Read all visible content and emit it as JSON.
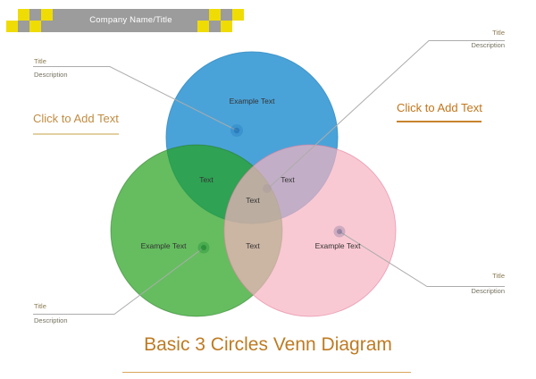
{
  "banner": {
    "title": "Company Name/Title"
  },
  "callouts": {
    "top_left": {
      "title": "Title",
      "description": "Description"
    },
    "top_right": {
      "title": "Title",
      "description": "Description"
    },
    "bottom_left": {
      "title": "Title",
      "description": "Description"
    },
    "bottom_right": {
      "title": "Title",
      "description": "Description"
    }
  },
  "click_prompts": {
    "left": "Click to Add Text",
    "right": "Click to Add Text"
  },
  "venn": {
    "circles": [
      {
        "id": "top",
        "label": "Example Text",
        "color": "#4AA3D8",
        "fill": "rgba(74,163,216,1)",
        "stroke": "rgba(58,145,198,0.9)"
      },
      {
        "id": "bottom-left",
        "label": "Example Text",
        "color": "#66BD60",
        "fill": "rgba(36,161,28,0.7)",
        "stroke": "rgba(40,120,35,0.5)"
      },
      {
        "id": "bottom-right",
        "label": "Example Text",
        "color": "#F9C9D3",
        "fill": "rgba(246,178,192,0.7)",
        "stroke": "rgba(225,130,160,0.6)"
      }
    ],
    "overlaps": {
      "top_and_left": "Text",
      "top_and_right": "Text",
      "center": "Text",
      "left_and_right": "Text"
    }
  },
  "footer": {
    "title": "Basic 3 Circles Venn Diagram"
  },
  "colors": {
    "banner_gray": "#9C9C9C",
    "banner_yellow": "#EFDC05",
    "banner_text": "#FFFFFF",
    "callout_line": "#ACACAC",
    "callout_title_text": "#8B7A52",
    "callout_description_text": "#74705F",
    "click_prompt_left": "#C08C42",
    "click_prompt_right": "#C2751B",
    "footer_accent": "#BE7B23",
    "circle_label_text": "#333333"
  }
}
